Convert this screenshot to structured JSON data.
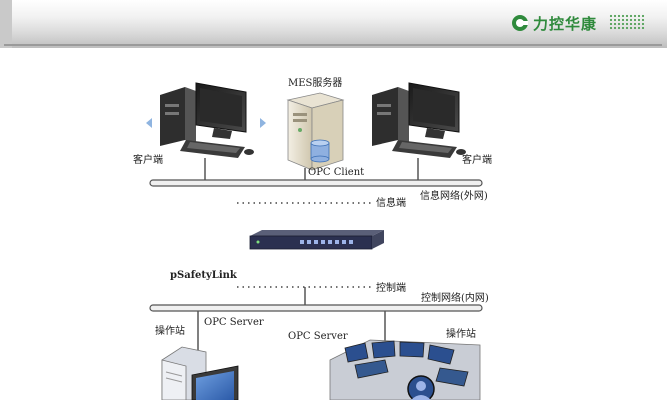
{
  "header": {
    "brand": "力控华康"
  },
  "labels": {
    "mes_server": "MES服务器",
    "client_left": "客户端",
    "client_right": "客户端",
    "opc_client": "OPC Client",
    "info_side": "信息端",
    "info_network": "信息网络(外网)",
    "device": "pSafetyLink",
    "control_side": "控制端",
    "control_network": "控制网络(内网)",
    "operator_left": "操作站",
    "opc_server_left": "OPC Server",
    "opc_server_mid": "OPC Server",
    "operator_right": "操作站"
  },
  "icons": [
    "desktop-computer-icon",
    "server-tower-icon",
    "database-icon",
    "network-appliance-icon",
    "control-console-icon",
    "workstation-tower-icon"
  ],
  "colors": {
    "brand_green": "#2f8a3c",
    "bus_line": "#555555",
    "screen_blue": "#3c6fb5"
  }
}
